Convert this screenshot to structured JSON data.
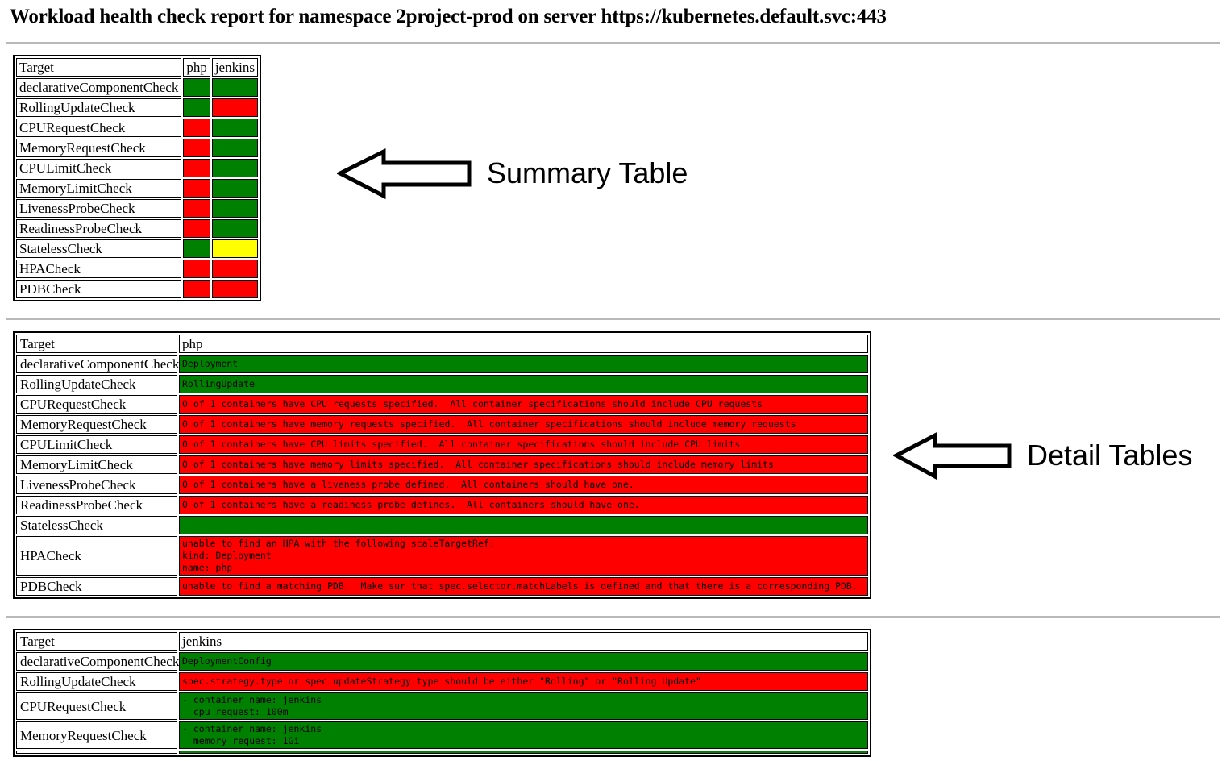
{
  "report": {
    "title": "Workload health check report for namespace 2project-prod on server https://kubernetes.default.svc:443",
    "namespace": "2project-prod",
    "server": "https://kubernetes.default.svc:443"
  },
  "colors": {
    "pass": "#008000",
    "fail": "#ff0000",
    "warn": "#ffff00",
    "none": "#ffffff",
    "rule": "#b8b8b8",
    "border": "#000000"
  },
  "summary_table": {
    "name": "Summary Table",
    "columns": [
      "Target",
      "php",
      "jenkins"
    ],
    "rows": [
      {
        "target": "declarativeComponentCheck",
        "php": "green",
        "jenkins": "green"
      },
      {
        "target": "RollingUpdateCheck",
        "php": "green",
        "jenkins": "red"
      },
      {
        "target": "CPURequestCheck",
        "php": "red",
        "jenkins": "green"
      },
      {
        "target": "MemoryRequestCheck",
        "php": "red",
        "jenkins": "green"
      },
      {
        "target": "CPULimitCheck",
        "php": "red",
        "jenkins": "green"
      },
      {
        "target": "MemoryLimitCheck",
        "php": "red",
        "jenkins": "green"
      },
      {
        "target": "LivenessProbeCheck",
        "php": "red",
        "jenkins": "green"
      },
      {
        "target": "ReadinessProbeCheck",
        "php": "red",
        "jenkins": "green"
      },
      {
        "target": "StatelessCheck",
        "php": "green",
        "jenkins": "yellow"
      },
      {
        "target": "HPACheck",
        "php": "red",
        "jenkins": "red"
      },
      {
        "target": "PDBCheck",
        "php": "red",
        "jenkins": "red"
      }
    ]
  },
  "detail_tables": [
    {
      "header_label": "Target",
      "header_value": "php",
      "rows": [
        {
          "target": "declarativeComponentCheck",
          "status": "green",
          "value": "Deployment"
        },
        {
          "target": "RollingUpdateCheck",
          "status": "green",
          "value": "RollingUpdate"
        },
        {
          "target": "CPURequestCheck",
          "status": "red",
          "value": "0 of 1 containers have CPU requests specified.  All container specifications should include CPU requests"
        },
        {
          "target": "MemoryRequestCheck",
          "status": "red",
          "value": "0 of 1 containers have memory requests specified.  All container specifications should include memory requests"
        },
        {
          "target": "CPULimitCheck",
          "status": "red",
          "value": "0 of 1 containers have CPU limits specified.  All container specifications should include CPU limits"
        },
        {
          "target": "MemoryLimitCheck",
          "status": "red",
          "value": "0 of 1 containers have memory limits specified.  All container specifications should include memory limits"
        },
        {
          "target": "LivenessProbeCheck",
          "status": "red",
          "value": "0 of 1 containers have a liveness probe defined.  All containers should have one."
        },
        {
          "target": "ReadinessProbeCheck",
          "status": "red",
          "value": "0 of 1 containers have a readiness probe defines.  All containers should have one."
        },
        {
          "target": "StatelessCheck",
          "status": "green",
          "value": ""
        },
        {
          "target": "HPACheck",
          "status": "red",
          "value": "unable to find an HPA with the following scaleTargetRef:\nkind: Deployment\nname: php"
        },
        {
          "target": "PDBCheck",
          "status": "red",
          "value": "unable to find a matching PDB.  Make sur that spec.selector.matchLabels is defined and that there is a corresponding PDB."
        }
      ]
    },
    {
      "header_label": "Target",
      "header_value": "jenkins",
      "rows": [
        {
          "target": "declarativeComponentCheck",
          "status": "green",
          "value": "DeploymentConfig"
        },
        {
          "target": "RollingUpdateCheck",
          "status": "red",
          "value": "spec.strategy.type or spec.updateStrategy.type should be either \"Rolling\" or \"Rolling Update\""
        },
        {
          "target": "CPURequestCheck",
          "status": "green",
          "value": "- container_name: jenkins\n  cpu_request: 100m"
        },
        {
          "target": "MemoryRequestCheck",
          "status": "green",
          "value": "- container_name: jenkins\n  memory_request: 1Gi"
        },
        {
          "target": "",
          "status": "green",
          "value": ""
        }
      ]
    }
  ],
  "annotations": [
    {
      "id": "summary",
      "label": "Summary Table",
      "direction": "left"
    },
    {
      "id": "detail",
      "label": "Detail Tables",
      "direction": "left"
    }
  ]
}
